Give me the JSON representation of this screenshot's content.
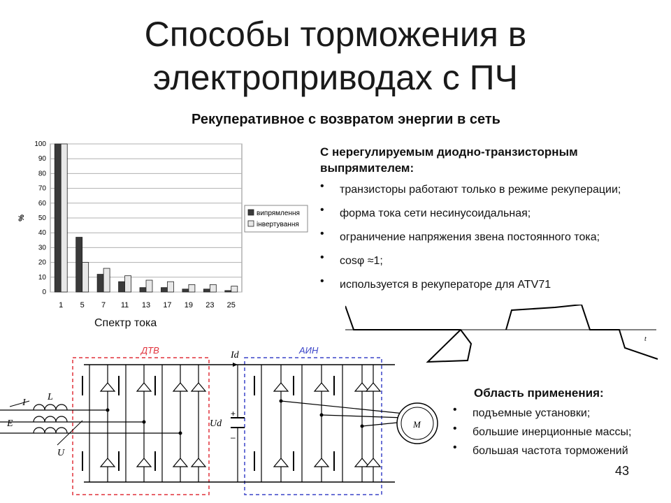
{
  "slide": {
    "title_line1": "Способы торможения в",
    "title_line2": "электроприводах с ПЧ",
    "subtitle": "Рекуперативное с возвратом энергии в сеть",
    "page_number": "43"
  },
  "rectifier": {
    "heading_line1": "С нерегулируемым диодно-транзисторным",
    "heading_line2": "выпрямителем:",
    "bullets": [
      "транзисторы работают только в режиме рекуперации;",
      "форма тока сети несинусоидальная;",
      "ограничение напряжения звена постоянного тока;",
      "используется в рекуператоре для ATV71"
    ],
    "cos_text": "cosφ ≈1;"
  },
  "application": {
    "heading": "Область применения:",
    "bullets": [
      "подъемные установки;",
      "большие инерционные массы;",
      "большая частота торможений"
    ]
  },
  "waveform": {
    "axis_label": "t"
  },
  "circuit": {
    "dtv_label": "ДТВ",
    "ain_label": "АИН",
    "current_label": "Id",
    "voltage_label": "Ud",
    "motor_label": "M",
    "grid_labels": [
      "I",
      "L",
      "E",
      "U"
    ],
    "plus": "+",
    "minus": "–"
  },
  "spectrum_caption": "Спектр тока",
  "chart_data": {
    "type": "bar",
    "categories": [
      "1",
      "5",
      "7",
      "11",
      "13",
      "17",
      "19",
      "23",
      "25"
    ],
    "series": [
      {
        "name": "випрямлення",
        "values": [
          100,
          37,
          12,
          7,
          3,
          3,
          2,
          2,
          1
        ],
        "color": "#3a3a3a"
      },
      {
        "name": "інвертування",
        "values": [
          100,
          20,
          16,
          11,
          8,
          7,
          5,
          5,
          4
        ],
        "color": "#e8e8e8"
      }
    ],
    "ylabel": "%",
    "ylim": [
      0,
      100
    ],
    "yticks": [
      0,
      10,
      20,
      30,
      40,
      50,
      60,
      70,
      80,
      90,
      100
    ],
    "grid": true,
    "legend": "right"
  }
}
